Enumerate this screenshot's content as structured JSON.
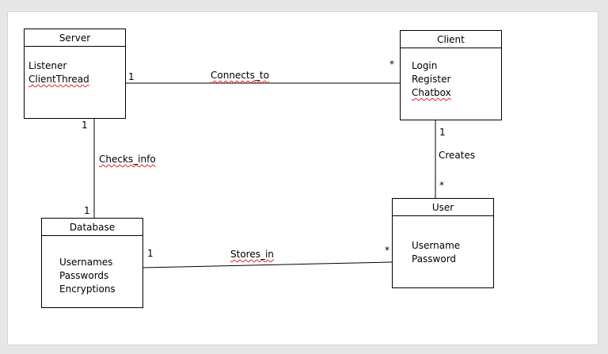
{
  "classes": {
    "server": {
      "name": "Server",
      "attributes": [
        "Listener",
        "ClientThread"
      ]
    },
    "client": {
      "name": "Client",
      "attributes": [
        "Login",
        "Register",
        "Chatbox"
      ]
    },
    "database": {
      "name": "Database",
      "attributes": [
        "Usernames",
        "Passwords",
        "Encryptions"
      ]
    },
    "user": {
      "name": "User",
      "attributes": [
        "Username",
        "Password"
      ]
    }
  },
  "associations": {
    "connects_to": {
      "label": "Connects_to",
      "source_mult": "1",
      "target_mult": "*"
    },
    "checks_info": {
      "label": "Checks_info",
      "source_mult": "1",
      "target_mult": "1"
    },
    "creates": {
      "label": "Creates",
      "source_mult": "1",
      "target_mult": "*"
    },
    "stores_in": {
      "label": "Stores_in",
      "source_mult": "1",
      "target_mult": "*"
    }
  }
}
